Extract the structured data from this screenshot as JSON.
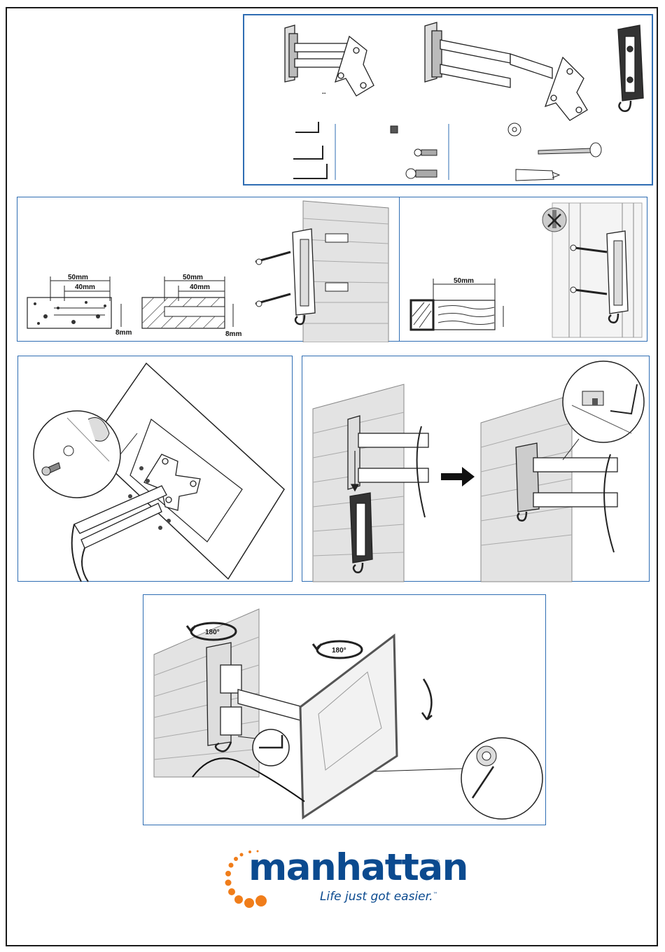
{
  "dimensions": {
    "concrete_outer": "50mm",
    "concrete_inner": "40mm",
    "concrete_depth": "8mm",
    "brick_outer": "50mm",
    "brick_inner": "40mm",
    "brick_depth": "8mm",
    "wood_depth": "50mm"
  },
  "rotation": {
    "wall_pivot": "180°",
    "plate_swivel": "180°"
  },
  "parts_dots": "..",
  "brand": {
    "wordmark": "manhattan",
    "registered": "®",
    "tagline": "Life just got easier.",
    "trademark": "™",
    "primary_color": "#0b4a8f",
    "accent_color": "#f07d1a"
  },
  "icons": {
    "no_screw": "prohibited-screw-icon",
    "direction_arrow": "right-arrow-icon",
    "rotation": "rotate-arrow-icon"
  }
}
